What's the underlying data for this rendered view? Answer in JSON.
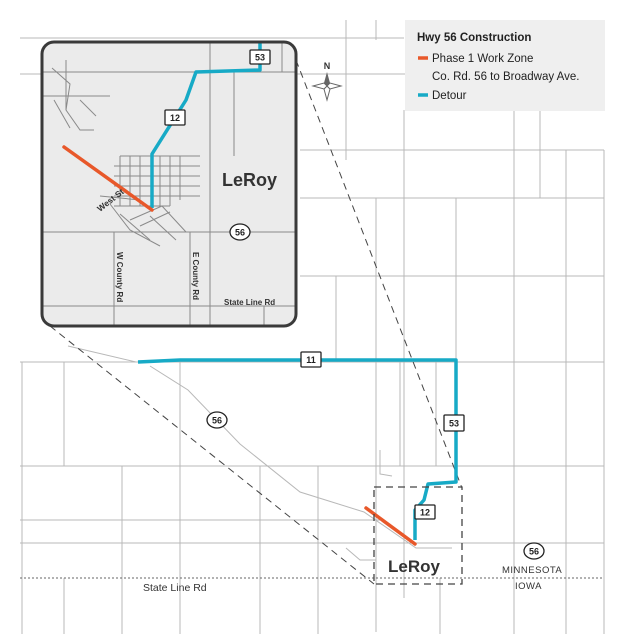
{
  "legend": {
    "title": "Hwy 56 Construction",
    "items": [
      {
        "label": "Phase 1 Work Zone",
        "color": "#e8582a"
      },
      {
        "label": "Co. Rd. 56 to Broadway Ave.",
        "color": null
      },
      {
        "label": "Detour",
        "color": "#17aac6"
      }
    ]
  },
  "north_arrow": {
    "label": "N",
    "icon": "compass-rose-icon"
  },
  "main_map": {
    "town_label": "LeRoy",
    "road_labels": {
      "state_line": "State Line Rd"
    },
    "shields": {
      "hwy11": "11",
      "hwy53": "53",
      "hwy56_west": "56",
      "hwy56_east": "56",
      "hwy12": "12"
    },
    "state_labels": {
      "north": "MINNESOTA",
      "south": "IOWA"
    }
  },
  "inset_map": {
    "town_label": "LeRoy",
    "road_labels": {
      "west_st": "West St",
      "w_county_rd": "W County Rd",
      "e_county_rd": "E County Rd",
      "state_line": "State Line Rd"
    },
    "shields": {
      "hwy53": "53",
      "hwy12": "12",
      "hwy56": "56"
    }
  },
  "colors": {
    "work_zone": "#e8582a",
    "detour": "#17aac6",
    "road": "#b5b5b5",
    "legend_bg": "#efefef",
    "inset_border": "#3a3a3a"
  }
}
